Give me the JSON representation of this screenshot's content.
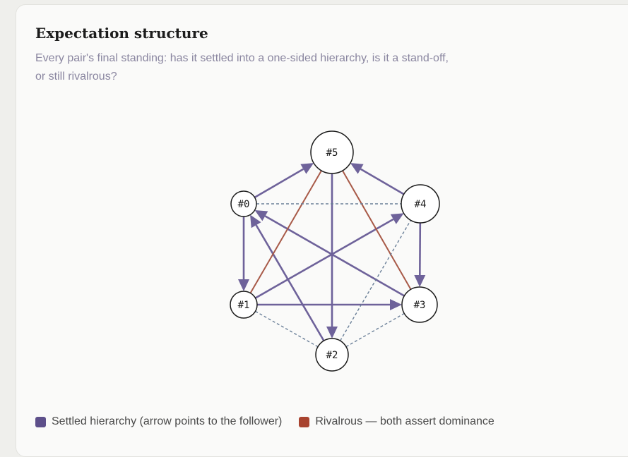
{
  "card": {
    "title": "Expectation structure",
    "subtitle": "Every pair's final standing: has it settled into a one-sided hierarchy, is it a stand-off, or still rivalrous?"
  },
  "graph": {
    "nodes": [
      {
        "id": "0",
        "label": "#0"
      },
      {
        "id": "1",
        "label": "#1"
      },
      {
        "id": "2",
        "label": "#2"
      },
      {
        "id": "3",
        "label": "#3"
      },
      {
        "id": "4",
        "label": "#4"
      },
      {
        "id": "5",
        "label": "#5"
      }
    ],
    "edges": [
      {
        "from": "0",
        "to": "5",
        "type": "hierarchy"
      },
      {
        "from": "4",
        "to": "5",
        "type": "hierarchy"
      },
      {
        "from": "0",
        "to": "1",
        "type": "hierarchy"
      },
      {
        "from": "4",
        "to": "3",
        "type": "hierarchy"
      },
      {
        "from": "1",
        "to": "3",
        "type": "hierarchy"
      },
      {
        "from": "5",
        "to": "2",
        "type": "hierarchy"
      },
      {
        "from": "1",
        "to": "4",
        "type": "hierarchy"
      },
      {
        "from": "3",
        "to": "0",
        "type": "hierarchy"
      },
      {
        "from": "2",
        "to": "0",
        "type": "hierarchy"
      },
      {
        "from": "1",
        "to": "5",
        "type": "rivalrous"
      },
      {
        "from": "3",
        "to": "5",
        "type": "rivalrous"
      },
      {
        "from": "0",
        "to": "4",
        "type": "standoff"
      },
      {
        "from": "1",
        "to": "2",
        "type": "standoff"
      },
      {
        "from": "2",
        "to": "3",
        "type": "standoff"
      },
      {
        "from": "2",
        "to": "4",
        "type": "standoff"
      }
    ]
  },
  "colors": {
    "hierarchy": "#6e629a",
    "rivalrous": "#a85a48",
    "standoff": "#6a7f98",
    "node_stroke": "#1c1c1c",
    "node_fill": "#ffffff"
  },
  "legend": {
    "hierarchy_label": "Settled hierarchy (arrow points to the follower)",
    "hierarchy_color": "#5d4f8a",
    "rivalrous_label": "Rivalrous — both assert dominance",
    "rivalrous_color": "#a8432f"
  }
}
